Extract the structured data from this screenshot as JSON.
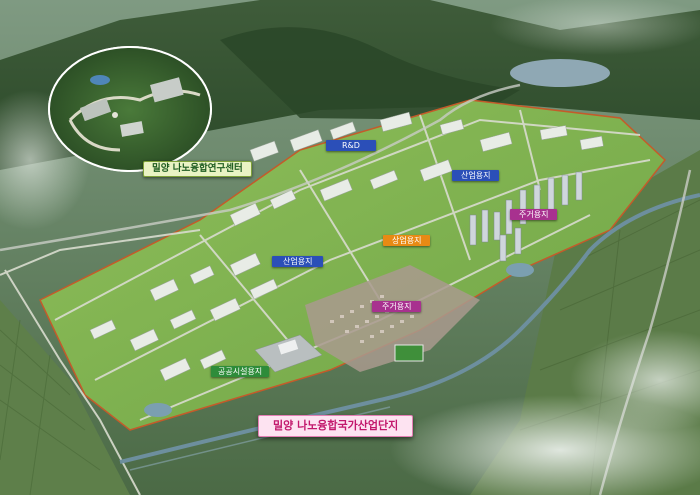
{
  "labels": {
    "research_center": "밀양 나노융합연구센터",
    "rnd": "R&D",
    "industrial_top": "산업용지",
    "residential_right": "주거용지",
    "commercial": "상업용지",
    "industrial_left": "산업용지",
    "residential_center": "주거용지",
    "public_facility": "공공시설용지",
    "complex_name": "밀양 나노융합국가산업단지"
  },
  "colors": {
    "rnd": "#2b4fb8",
    "industrial": "#2b4fb8",
    "residential": "#a8318f",
    "commercial": "#e88a14",
    "public_facility": "#2e8c3a",
    "research_center_bg": "#eaf3c4",
    "research_center_text": "#1e5c20",
    "complex_name_bg": "#fde3f1",
    "complex_name_text": "#c2186c"
  }
}
